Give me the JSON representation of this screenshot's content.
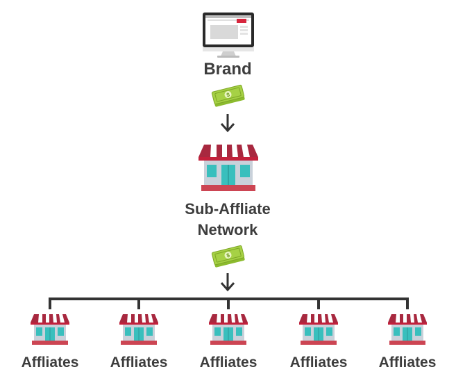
{
  "brand": {
    "label": "Brand",
    "icon": "computer-monitor-icon"
  },
  "network": {
    "line1": "Sub-Affliate",
    "line2": "Network",
    "icon": "storefront-icon"
  },
  "payment_icon": "money-bills-icon",
  "affiliates": [
    {
      "label": "Affliates"
    },
    {
      "label": "Affliates"
    },
    {
      "label": "Affliates"
    },
    {
      "label": "Affliates"
    },
    {
      "label": "Affliates"
    }
  ],
  "colors": {
    "awning_red": "#a8283f",
    "awning_white": "#ffffff",
    "wall": "#c6cdd6",
    "window_teal": "#3cc2c0",
    "base_red": "#cc4553",
    "money_green": "#9ccc3c",
    "connector": "#333333"
  }
}
